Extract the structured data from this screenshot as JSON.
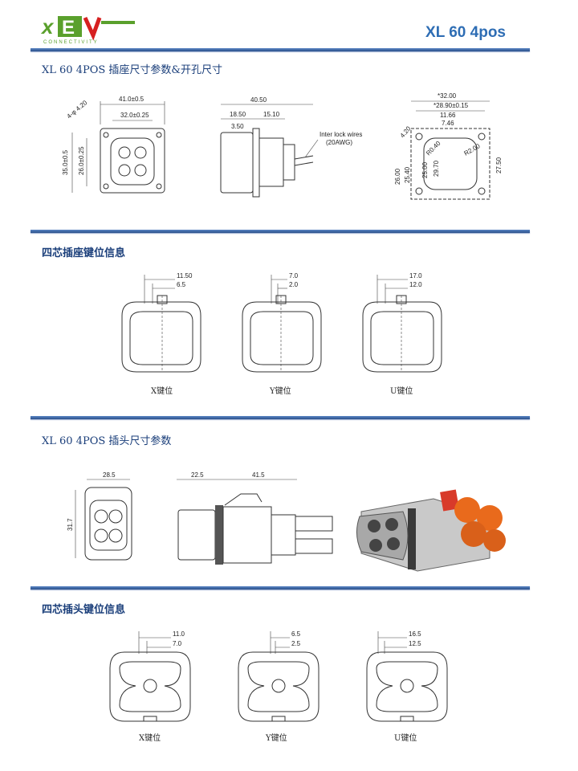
{
  "header": {
    "logo_text": "xEV",
    "logo_sub": "CONNECTIVITY",
    "title": "XL 60 4pos"
  },
  "colors": {
    "accent": "#2e6db4",
    "rule": "#3a63a3",
    "logo_green": "#5aa02c",
    "logo_red": "#d62020",
    "orange": "#e96a1c"
  },
  "sections": [
    {
      "title": "XL 60 4POS 插座尺寸参数&开孔尺寸",
      "socket_front": {
        "dims": [
          "41.0±0.5",
          "32.0±0.25",
          "35.0±0.5",
          "26.0±0.25",
          "4-φ 4.20"
        ]
      },
      "socket_side": {
        "dims": [
          "40.50",
          "18.50",
          "15.10",
          "3.50"
        ],
        "note": "Inter lock wires",
        "note2": "(20AWG)"
      },
      "cutout": {
        "dims": [
          "*32.00",
          "*28.90±0.15",
          "11.66",
          "7.46",
          "26.00",
          "25.40",
          "25.00",
          "29.70",
          "27.50",
          "4.20",
          "R0.40",
          "R2.00"
        ]
      }
    },
    {
      "title": "四芯插座键位信息",
      "keys": [
        {
          "d1": "11.50",
          "d2": "6.5",
          "label": "X键位"
        },
        {
          "d1": "7.0",
          "d2": "2.0",
          "label": "Y键位"
        },
        {
          "d1": "17.0",
          "d2": "12.0",
          "label": "U键位"
        }
      ]
    },
    {
      "title": "XL 60 4POS 插头尺寸参数",
      "plug_front": {
        "dims": [
          "28.5",
          "31.7"
        ]
      },
      "plug_side": {
        "dims": [
          "22.5",
          "41.5"
        ]
      }
    },
    {
      "title": "四芯插头键位信息",
      "keys": [
        {
          "d1": "11.0",
          "d2": "7.0",
          "label": "X键位"
        },
        {
          "d1": "6.5",
          "d2": "2.5",
          "label": "Y键位"
        },
        {
          "d1": "16.5",
          "d2": "12.5",
          "label": "U键位"
        }
      ]
    }
  ]
}
